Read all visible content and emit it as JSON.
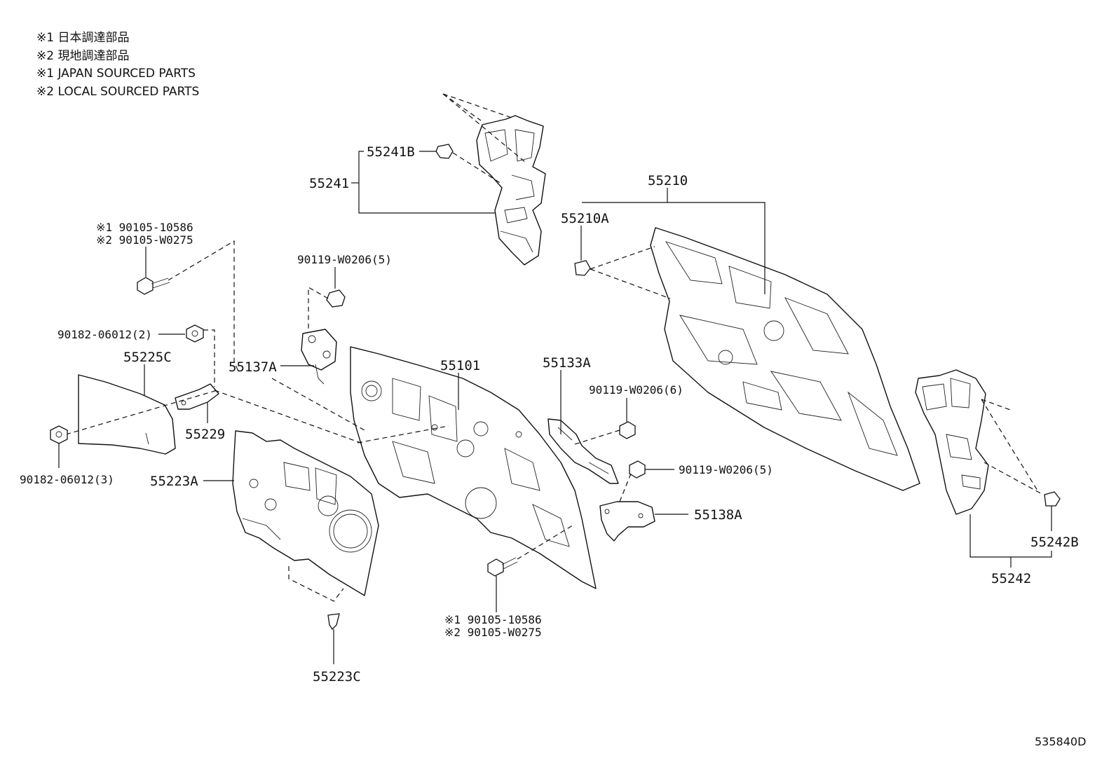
{
  "legend": [
    "※1  日本調達部品",
    "※2  現地調達部品",
    "※1  JAPAN SOURCED PARTS",
    "※2  LOCAL SOURCED PARTS"
  ],
  "labels": {
    "p55241B": "55241B",
    "p55241": "55241",
    "p55210": "55210",
    "p55210A": "55210A",
    "bolt_top_1": "※1 90105-10586",
    "bolt_top_2": "※2 90105-W0275",
    "p90119_top": "90119-W0206(5)",
    "p90182_2": "90182-06012(2)",
    "p55225C": "55225C",
    "p55137A": "55137A",
    "p55101": "55101",
    "p55133A": "55133A",
    "p90119_6": "90119-W0206(6)",
    "p90119_5b": "90119-W0206(5)",
    "p55229": "55229",
    "p90182_3": "90182-06012(3)",
    "p55223A": "55223A",
    "p55138A": "55138A",
    "p55242B": "55242B",
    "p55242": "55242",
    "bolt_bot_1": "※1 90105-10586",
    "bolt_bot_2": "※2 90105-W0275",
    "p55223C": "55223C"
  },
  "figure_id": "535840D"
}
